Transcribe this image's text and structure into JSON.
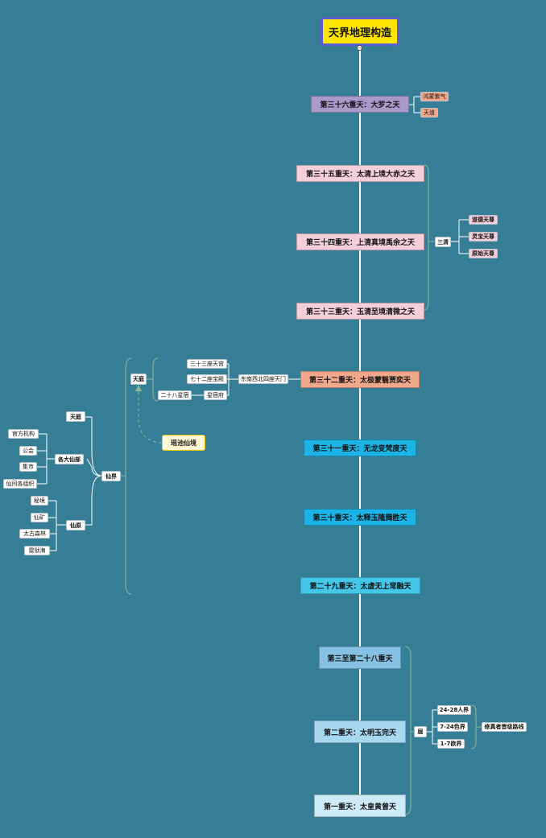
{
  "root": "天界地理构造",
  "heavens": [
    "第三十六重天：大罗之天",
    "第三十五重天：太清上境大赤之天",
    "第三十四重天：上清真境禹余之天",
    "第三十三重天：玉清至境清微之天",
    "第三十二重天：太极蒙翳贾奕天",
    "第三十一重天：无龙变梵度天",
    "第三十重天：太释玉隆腾胜天",
    "第二十九重天：太虚无上常融天",
    "第三至第二十八重天",
    "第二重天：太明玉完天",
    "第一重天：太皇黄曾天"
  ],
  "dalo_children": [
    "鸿蒙紫气",
    "天道"
  ],
  "sanqing": {
    "label": "三清",
    "items": [
      "道德天尊",
      "灵宝天尊",
      "原始天尊"
    ]
  },
  "tianting_branch": {
    "gate": "东南西北四座天门",
    "tianting": "天庭",
    "items": [
      "三十三座天宫",
      "七十二座宝殿",
      "星宿府"
    ],
    "xingsu_child": "二十八星宿",
    "yaochi": "瑶池仙境"
  },
  "xianjie": {
    "label": "仙界",
    "tianting": "天庭",
    "gedaxianbu": {
      "label": "各大仙部",
      "items": [
        "官方机构",
        "公会",
        "集市",
        "仙间各组织"
      ]
    },
    "xianyuan": {
      "label": "仙原",
      "items": [
        "秘境",
        "仙矿",
        "太古森林",
        "雷狱海"
      ]
    }
  },
  "ceng": {
    "label": "层",
    "items": [
      "24-28人界",
      "7-24色界",
      "1-7欲界"
    ],
    "note": "修真者晋级路线"
  },
  "colors": {
    "background": "#367d96",
    "line": "#ffffff",
    "curve": "#8fb89a"
  }
}
